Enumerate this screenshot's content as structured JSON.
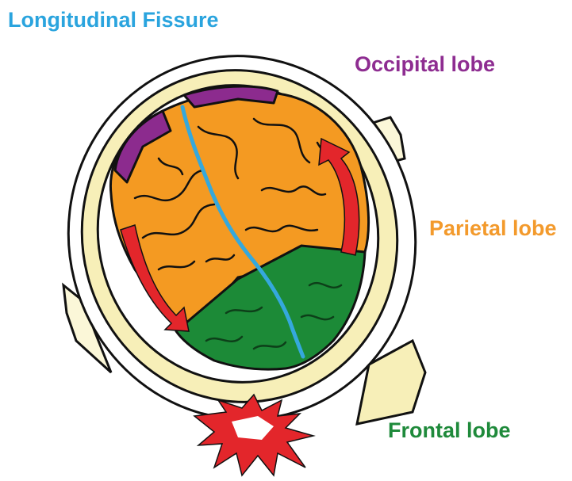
{
  "labels": {
    "fissure": {
      "text": "Longitudinal Fissure",
      "color": "#2aa4de"
    },
    "occipital": {
      "text": "Occipital lobe",
      "color": "#8e2d91"
    },
    "parietal": {
      "text": "Parietal lobe",
      "color": "#f39a2c"
    },
    "frontal": {
      "text": "Frontal lobe",
      "color": "#1f8a3b"
    }
  },
  "colors": {
    "skull": "#f7efb8",
    "outline": "#111111",
    "parietal": "#f49a22",
    "occipital": "#8c2b8e",
    "frontal": "#1c8a37",
    "fissure": "#35a8dc",
    "arrow": "#e3262b",
    "impact": "#e3262b"
  },
  "icons": {
    "impact": "impact-starburst-icon",
    "arrow": "motion-arrow-icon"
  }
}
